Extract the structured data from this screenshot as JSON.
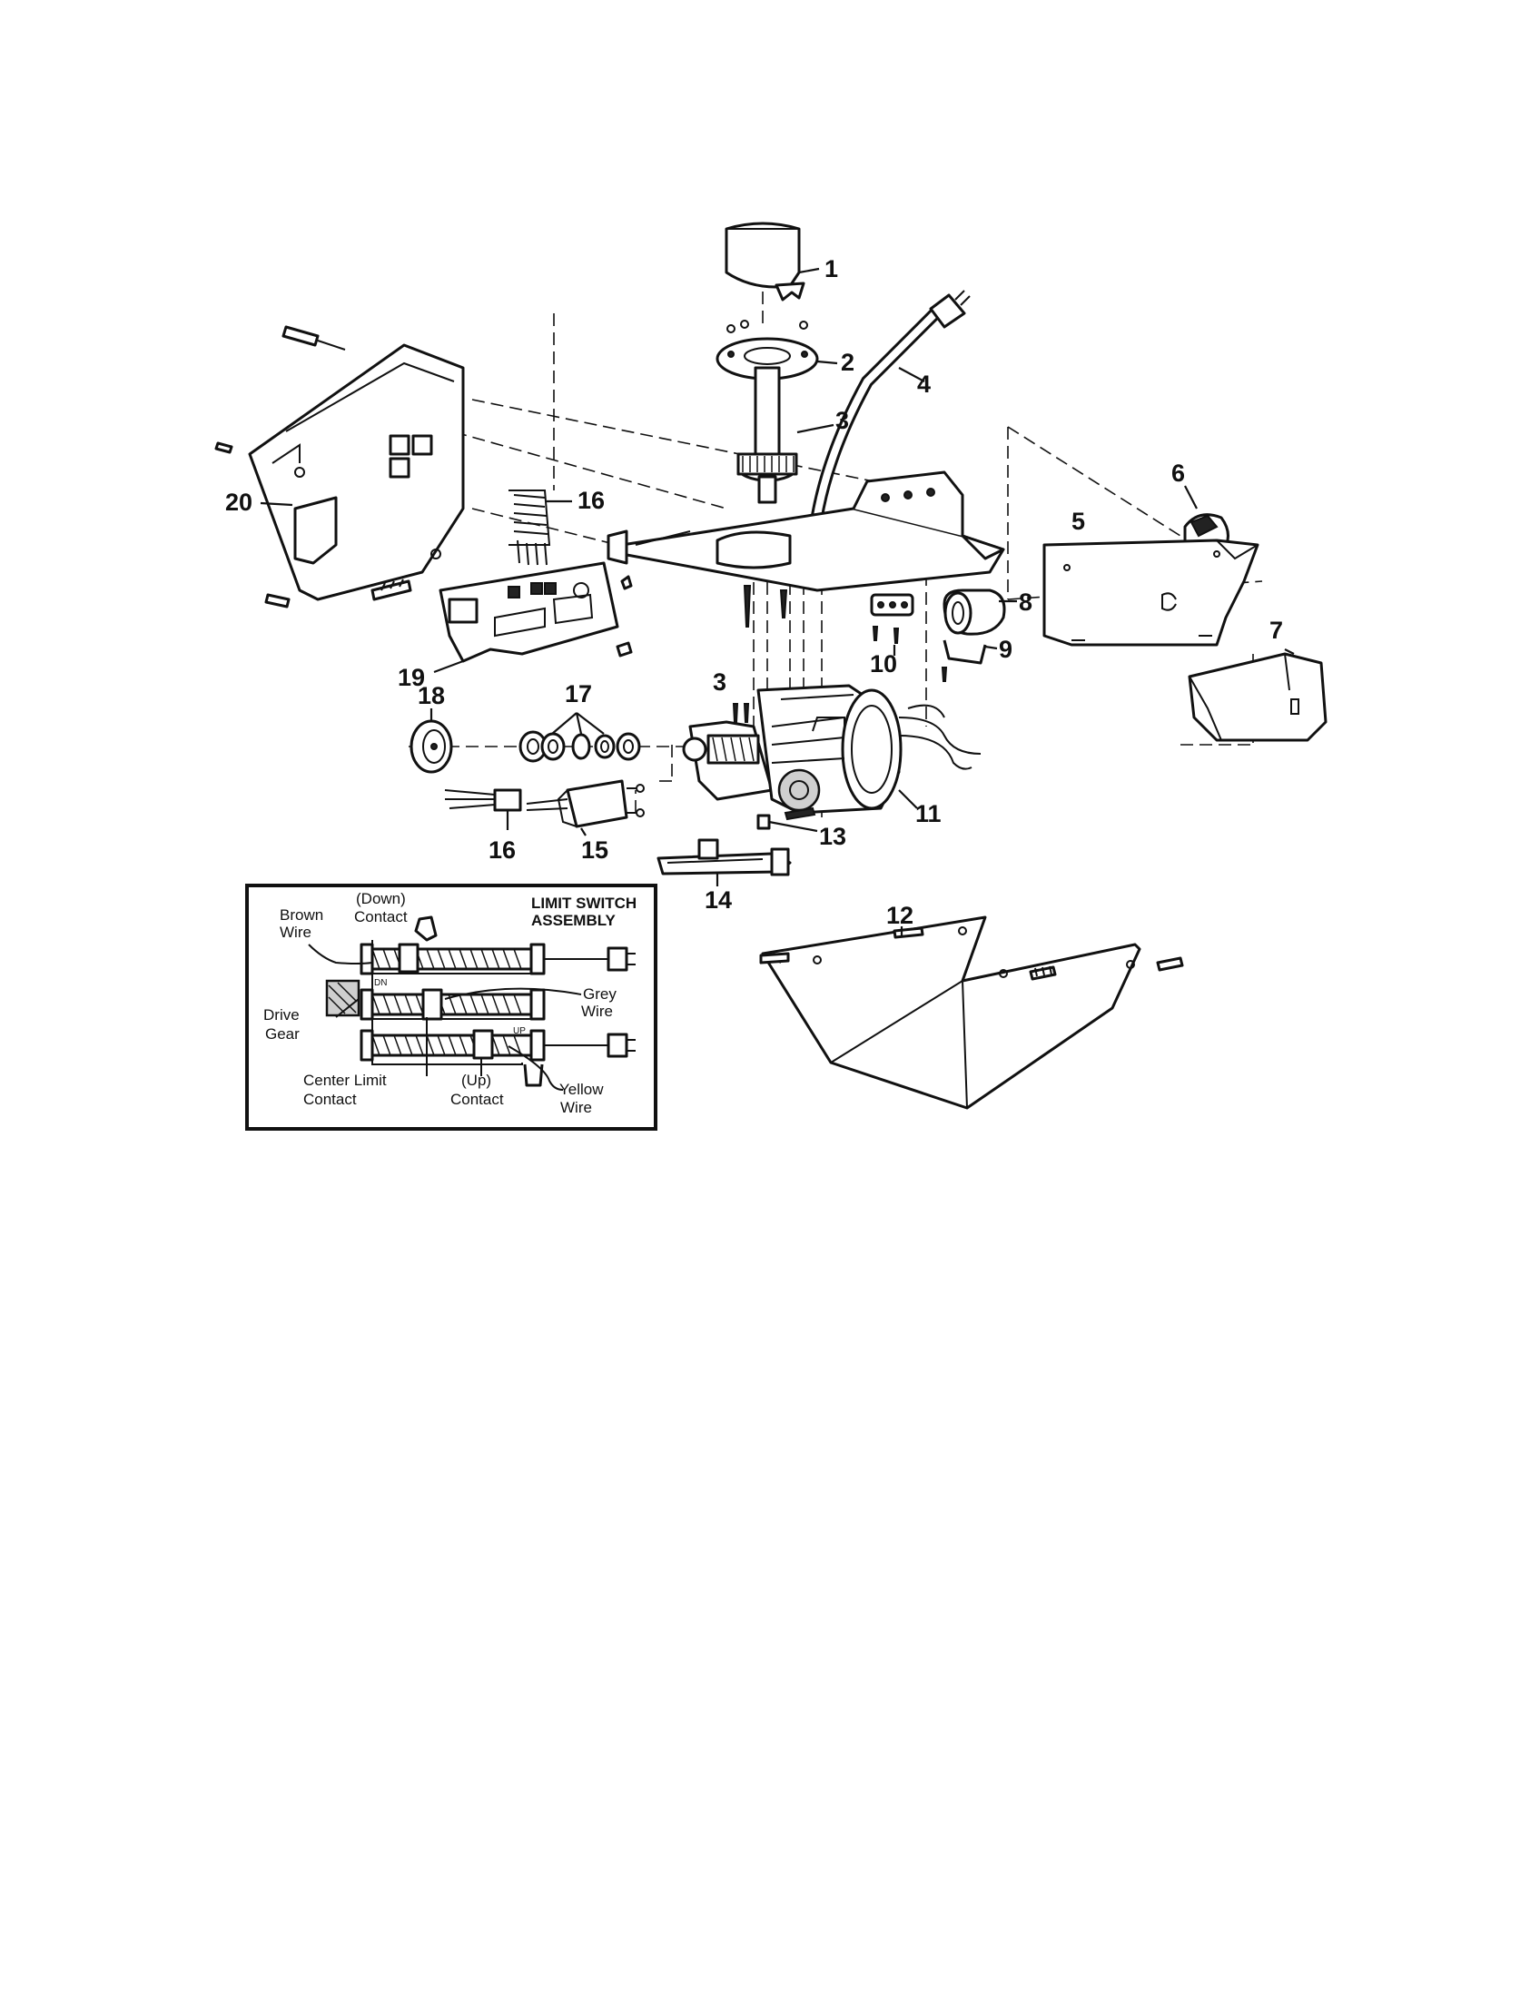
{
  "callouts": {
    "c1": "1",
    "c2": "2",
    "c3_top": "3",
    "c4": "4",
    "c5": "5",
    "c6": "6",
    "c7": "7",
    "c8": "8",
    "c9": "9",
    "c10": "10",
    "c11": "11",
    "c12": "12",
    "c13": "13",
    "c14": "14",
    "c15": "15",
    "c16_top": "16",
    "c16_bottom": "16",
    "c17": "17",
    "c18": "18",
    "c19": "19",
    "c20": "20",
    "c3_mid": "3"
  },
  "inset": {
    "title_line1": "LIMIT SWITCH",
    "title_line2": "ASSEMBLY",
    "brown_line1": "Brown",
    "brown_line2": "Wire",
    "down_line1": "(Down)",
    "down_line2": "Contact",
    "drive_line1": "Drive",
    "drive_line2": "Gear",
    "grey_line1": "Grey",
    "grey_line2": "Wire",
    "center_line1": "Center Limit",
    "center_line2": "Contact",
    "up_line1": "(Up)",
    "up_line2": "Contact",
    "yellow_line1": "Yellow",
    "yellow_line2": "Wire",
    "mark_dn": "DN",
    "mark_up": "UP"
  }
}
